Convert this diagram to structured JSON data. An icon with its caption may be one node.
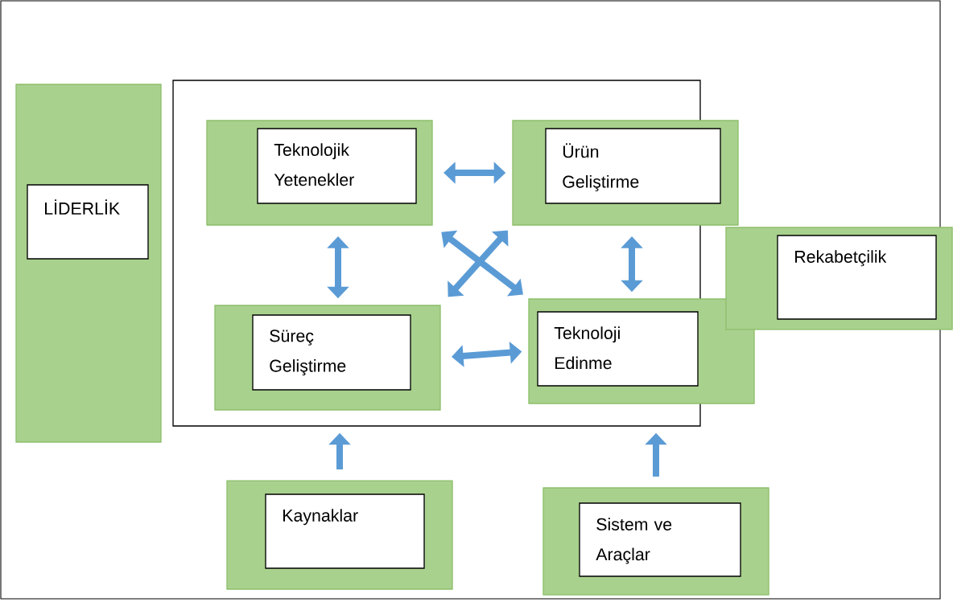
{
  "diagram": {
    "nodes": [
      {
        "text": [
          "LİDERLİK"
        ]
      },
      {
        "text": [],
        "shape": "box"
      },
      {
        "text": [
          "Teknolojik Yetenekler"
        ],
        "in": 1
      },
      {
        "text": [
          "Ürün Geliştirme"
        ]
      },
      {
        "text": [
          "Süreç Geliştirme"
        ],
        "in": 1
      },
      {
        "text": [
          "Teknoloji Edinme"
        ]
      },
      {
        "text": [
          "Rekabetçilik"
        ]
      },
      {
        "text": [
          "Kaynaklar"
        ]
      },
      {
        "text": [
          "Sistem ve Araçlar"
        ]
      }
    ],
    "edges": [
      {
        "from": 2,
        "to": 3,
        "arrow": "both"
      },
      {
        "from": 2,
        "to": 4,
        "arrow": "both"
      },
      {
        "from": 3,
        "to": 5,
        "arrow": "both"
      },
      {
        "from": 2,
        "to": 5,
        "arrow": "both"
      },
      {
        "from": 4,
        "to": 3,
        "arrow": "both"
      },
      {
        "from": 4,
        "to": 5,
        "arrow": "both"
      },
      {
        "from": 7,
        "to": 1,
        "arrow": "to"
      },
      {
        "from": 8,
        "to": 1,
        "arrow": "to"
      }
    ]
  }
}
